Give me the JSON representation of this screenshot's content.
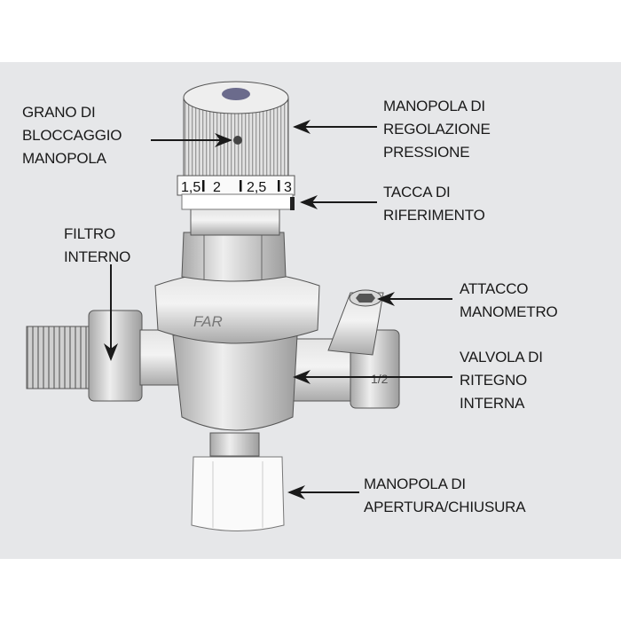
{
  "labels": {
    "grano": [
      "GRANO DI",
      "BLOCCAGGIO",
      "MANOPOLA"
    ],
    "manopola_regolazione": [
      "MANOPOLA DI",
      "REGOLAZIONE",
      "PRESSIONE"
    ],
    "tacca": [
      "TACCA DI",
      "RIFERIMENTO"
    ],
    "filtro": [
      "FILTRO",
      "INTERNO"
    ],
    "attacco": [
      "ATTACCO",
      "MANOMETRO"
    ],
    "valvola": [
      "VALVOLA DI",
      "RITEGNO",
      "INTERNA"
    ],
    "manopola_apertura": [
      "MANOPOLA DI",
      "APERTURA/CHIUSURA"
    ]
  },
  "valve": {
    "brand": "FAR",
    "size_marking": "1/2",
    "scale_marks": [
      "1,5",
      "2",
      "2,5",
      "3"
    ]
  },
  "colors": {
    "panel": "#e6e7e9",
    "metal": "#c9c9c9",
    "text": "#1a1a1a"
  }
}
